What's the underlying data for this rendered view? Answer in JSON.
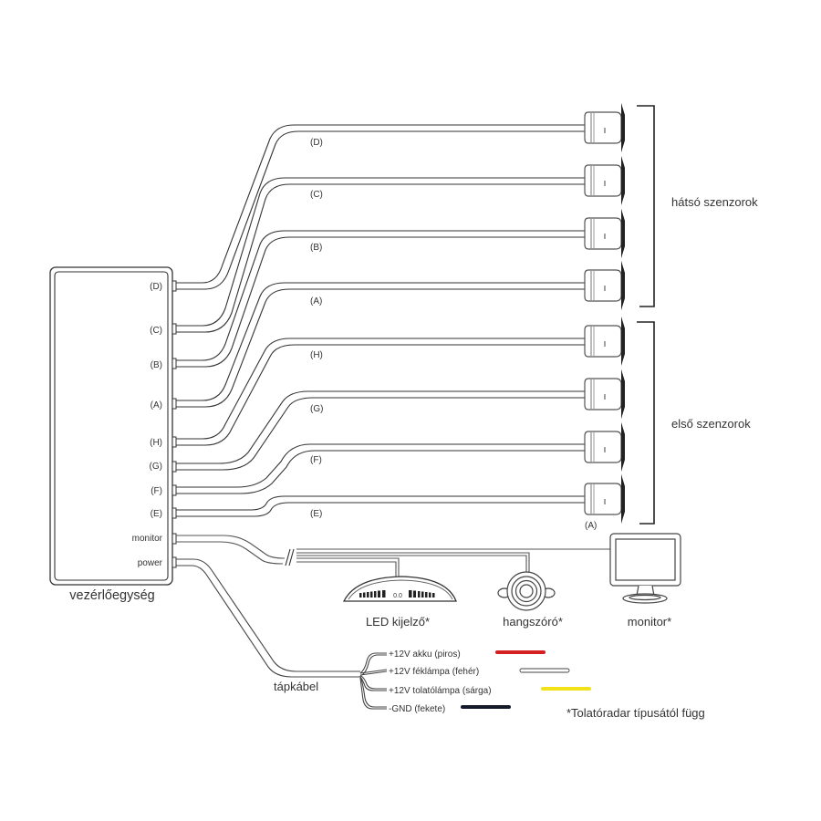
{
  "control_unit": {
    "title": "vezérlőegység",
    "ports": [
      "(D)",
      "(C)",
      "(B)",
      "(A)",
      "(H)",
      "(G)",
      "(F)",
      "(E)",
      "monitor",
      "power"
    ]
  },
  "cable_labels": [
    "(D)",
    "(C)",
    "(B)",
    "(A)",
    "(H)",
    "(G)",
    "(F)",
    "(E)"
  ],
  "sensor_groups": {
    "rear": {
      "label": "hátsó szenzorok"
    },
    "front": {
      "label": "első szenzorok",
      "bottom_marker": "(A)"
    }
  },
  "accessories": {
    "led_display": {
      "label": "LED kijelző*",
      "readout": "0.0"
    },
    "buzzer": {
      "label": "hangszóró*"
    },
    "monitor": {
      "label": "monitor*"
    }
  },
  "power_cable": {
    "label": "tápkábel",
    "wires": [
      {
        "label": "+12V akku (piros)",
        "color": "#d42020"
      },
      {
        "label": "+12V féklámpa (fehér)",
        "color": "#ffffff"
      },
      {
        "label": "+12V tolatólámpa (sárga)",
        "color": "#f2e21a"
      },
      {
        "label": "-GND (fekete)",
        "color": "#141a2a"
      }
    ]
  },
  "footnote": "*Tolatóradar típusától függ"
}
